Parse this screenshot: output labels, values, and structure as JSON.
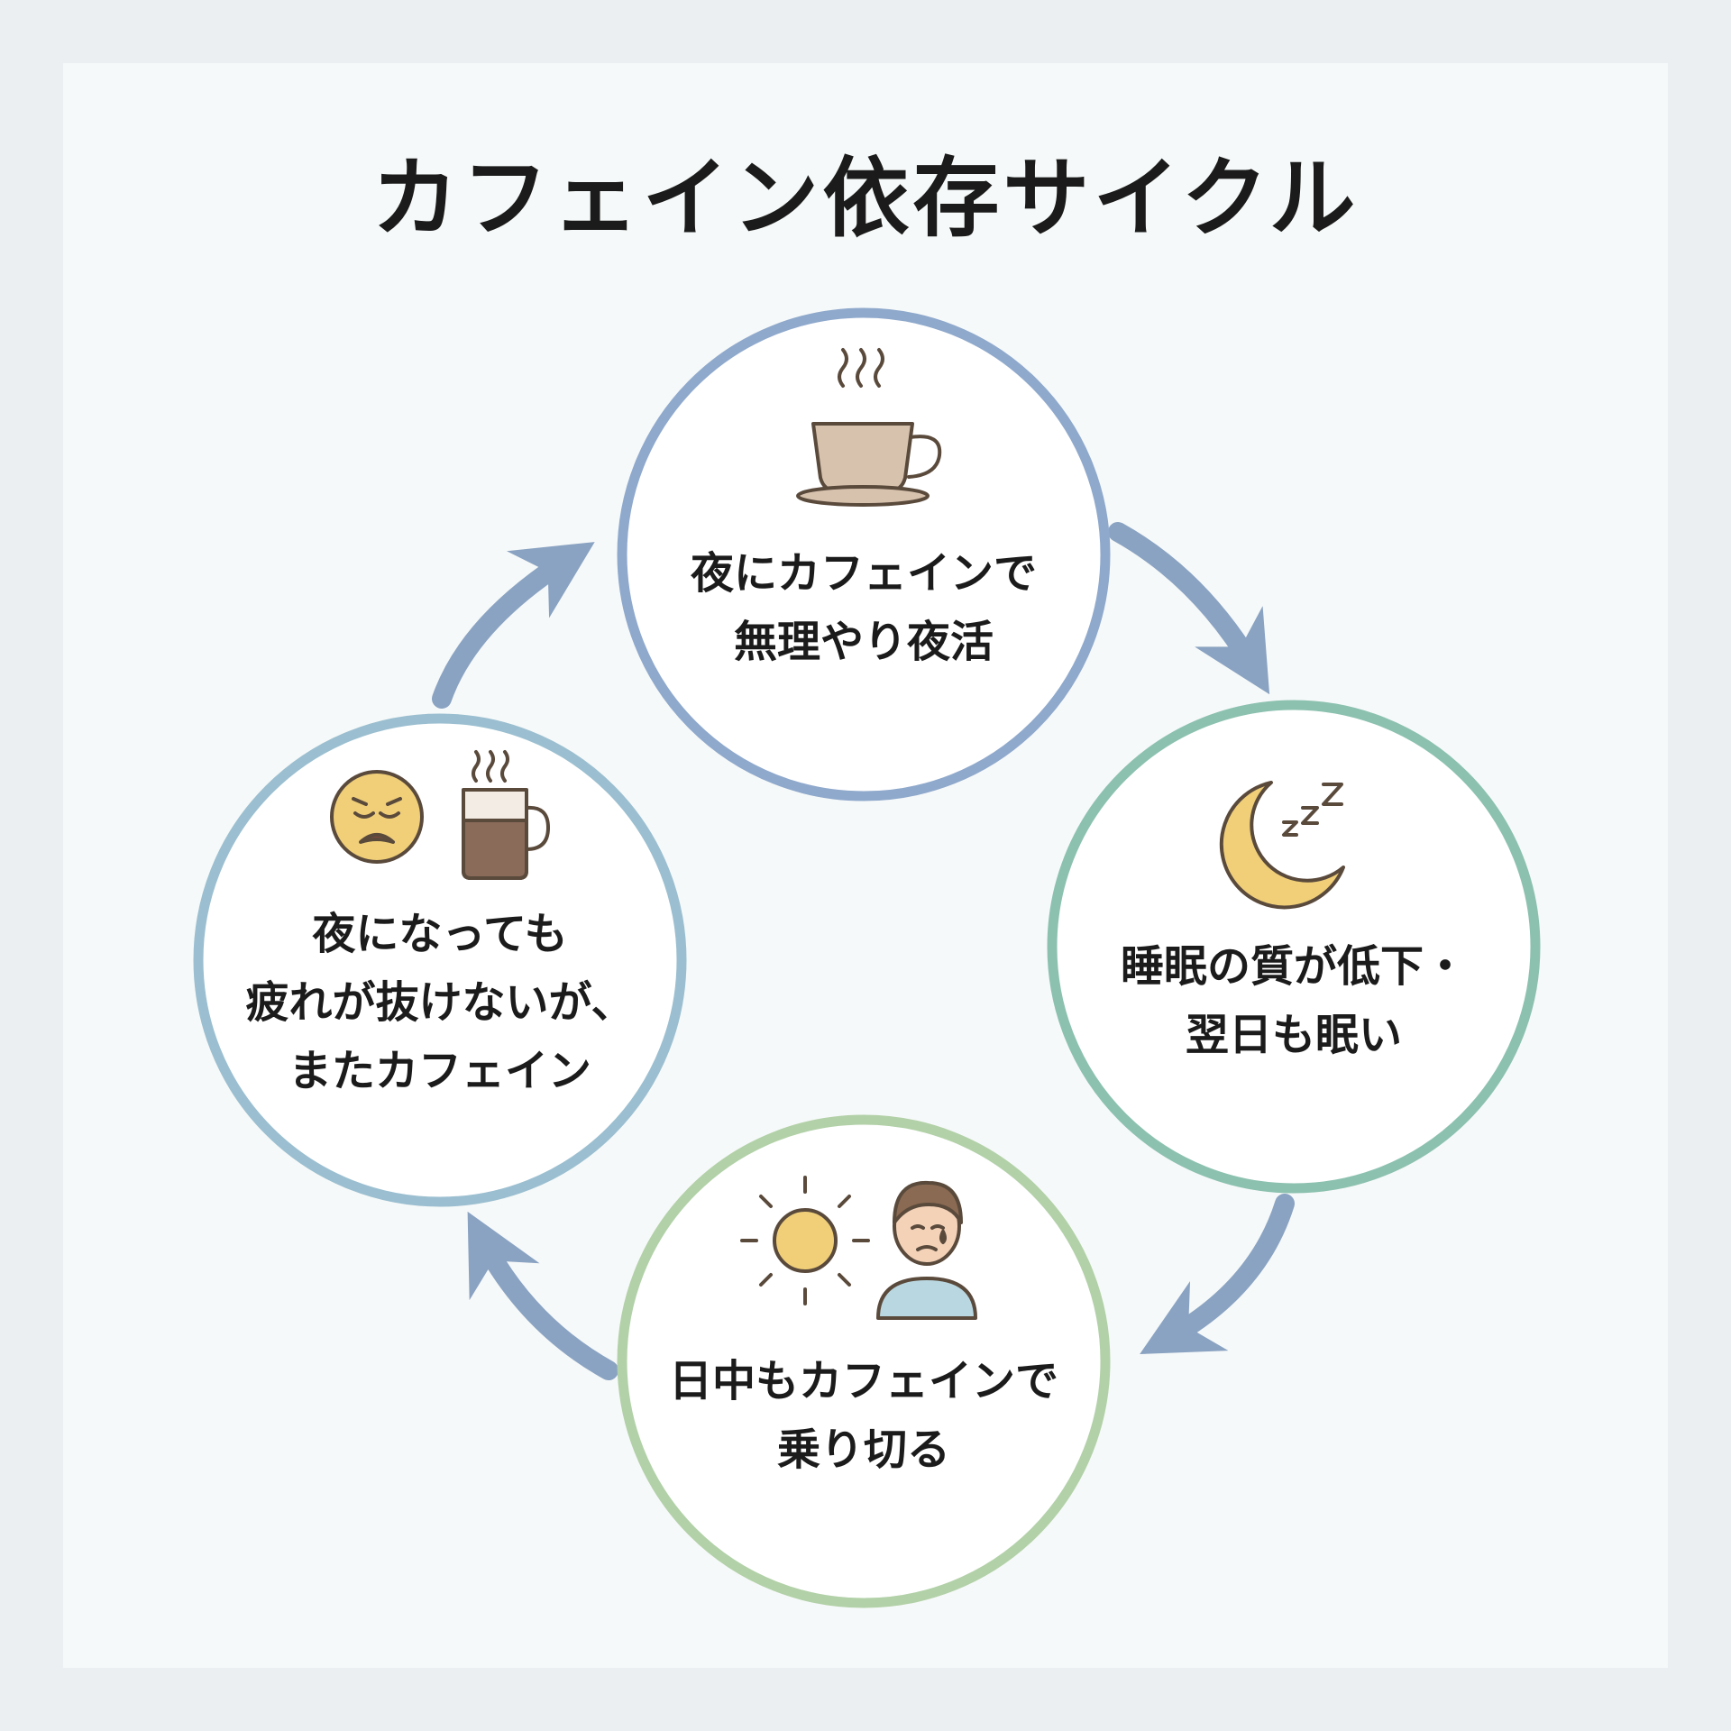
{
  "title": "カフェイン依存サイクル",
  "colors": {
    "background": "#f6f9f9",
    "arrow": "#8aa3c2",
    "circle_top": "#8fa9cc",
    "circle_right": "#8cc1b0",
    "circle_bottom": "#b2d1a8",
    "circle_left": "#9bbfd0",
    "icon_fill_warm": "#f0cf78",
    "icon_stroke": "#5a4a3c"
  },
  "cycle": {
    "steps": [
      {
        "id": "top",
        "icons": [
          "coffee-cup-icon"
        ],
        "lines": [
          "夜にカフェインで",
          "無理やり夜活"
        ]
      },
      {
        "id": "right",
        "icons": [
          "moon-sleep-icon"
        ],
        "lines": [
          "睡眠の質が低下・",
          "翌日も眠い"
        ]
      },
      {
        "id": "bottom",
        "icons": [
          "sun-icon",
          "tired-person-icon"
        ],
        "lines": [
          "日中もカフェインで",
          "乗り切る"
        ]
      },
      {
        "id": "left",
        "icons": [
          "sad-face-icon",
          "coffee-mug-icon"
        ],
        "lines": [
          "夜になっても",
          "疲れが抜けないが、",
          "またカフェイン"
        ]
      }
    ],
    "direction": "clockwise"
  }
}
